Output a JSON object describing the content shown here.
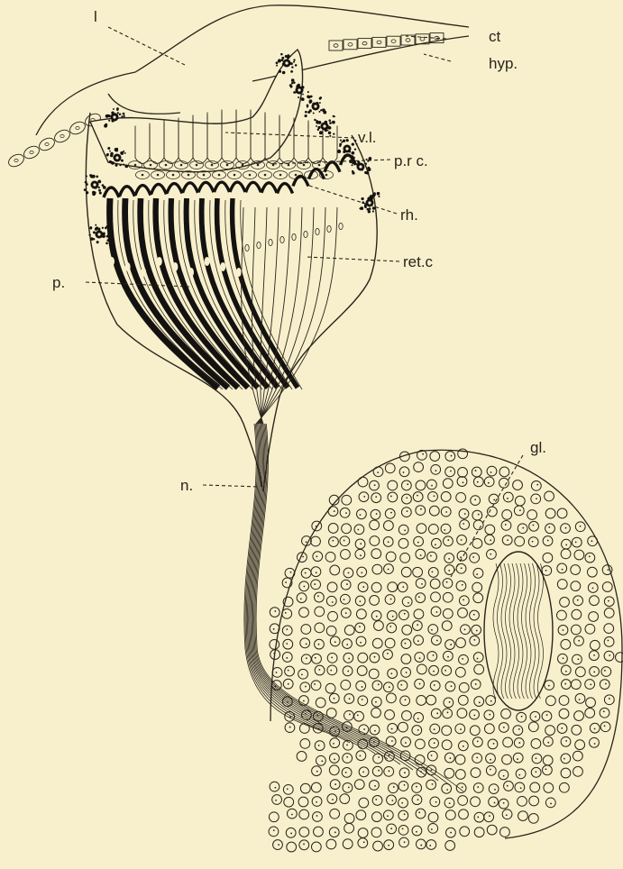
{
  "figure": {
    "colors": {
      "background": "#f8f0cc",
      "ink": "#2a241c",
      "pigment": "#141210"
    },
    "labels": {
      "lens": "l",
      "cuticle": "ct",
      "hypodermis": "hyp.",
      "vitreous_layer": "v.l.",
      "pre_retinal_cells": "p.r c.",
      "rhabdoms": "rh.",
      "retinal_cells": "ret.c",
      "pigment": "p.",
      "nerve": "n.",
      "ganglion": "gl."
    }
  }
}
